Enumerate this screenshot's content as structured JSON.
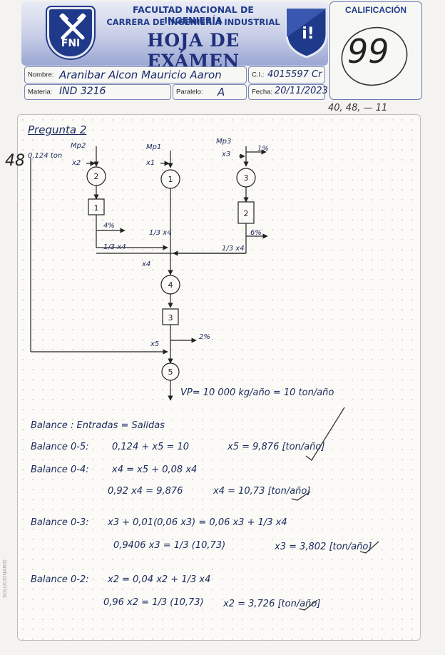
{
  "header": {
    "line1": "FACULTAD NACIONAL DE INGENIERÍA",
    "line2": "CARRERA DE INGENIERÍA INDUSTRIAL",
    "title": "HOJA DE EXÁMEN",
    "logo_text": "FNI",
    "shield_text": "i!"
  },
  "grade": {
    "label": "CALIFICACIÓN",
    "value": "99"
  },
  "form": {
    "nombre_label": "Nombre:",
    "nombre_value": "Aranibar Alcon Mauricio Aaron",
    "ci_label": "C.I.:",
    "ci_value": "4015597 Cr",
    "materia_label": "Materia:",
    "materia_value": "IND 3216",
    "paralelo_label": "Paralelo:",
    "paralelo_value": "A",
    "fecha_label": "Fecha:",
    "fecha_value": "20/11/2023"
  },
  "margin_note": "40, 48, — 11",
  "side_score": "48",
  "question_title": "Pregunta 2",
  "diagram": {
    "left_feed": "0,124 ton",
    "mp2": "Mp2",
    "x2": "x2",
    "mp1": "Mp1",
    "x1": "x1",
    "mp3": "Mp3",
    "x3": "x3",
    "node2": "2",
    "node1": "1",
    "node3": "3",
    "box1": "1",
    "box2": "2",
    "box3": "3",
    "node4": "4",
    "node5": "5",
    "pct4": "4%",
    "pct1": "1%",
    "pct6": "6%",
    "pct2": "2%",
    "third_x4_a": "1/3 x4",
    "third_x4_b": "1/3 x4",
    "third_x4_c": "1/3 x4",
    "x4": "x4",
    "x5": "x5",
    "vp": "VP= 10 000 kg/año = 10 ton/año"
  },
  "work": {
    "balance_title": "Balance :   Entradas = Salidas",
    "b05_label": "Balance  0-5:",
    "b05_eq": "0,124 + x5 = 10",
    "b05_res": "x5 = 9,876 [ton/año]",
    "b04_label": "Balance  0-4:",
    "b04_eq": "x4 = x5 + 0,08 x4",
    "b04_eq2": "0,92 x4 = 9,876",
    "b04_res": "x4 = 10,73 [ton/año]",
    "b03_label": "Balance  0-3:",
    "b03_eq": "x3 + 0,01(0,06 x3) = 0,06 x3 + 1/3 x4",
    "b03_eq2": "0,9406 x3 = 1/3 (10,73)",
    "b03_res": "x3 = 3,802 [ton/año]",
    "b02_label": "Balance  0-2:",
    "b02_eq": "x2 = 0,04 x2 + 1/3 x4",
    "b02_eq2": "0,96 x2 = 1/3 (10,73)",
    "b02_res": "x2 = 3,726 [ton/año]"
  },
  "side_note": "SOLUCIONARIO"
}
